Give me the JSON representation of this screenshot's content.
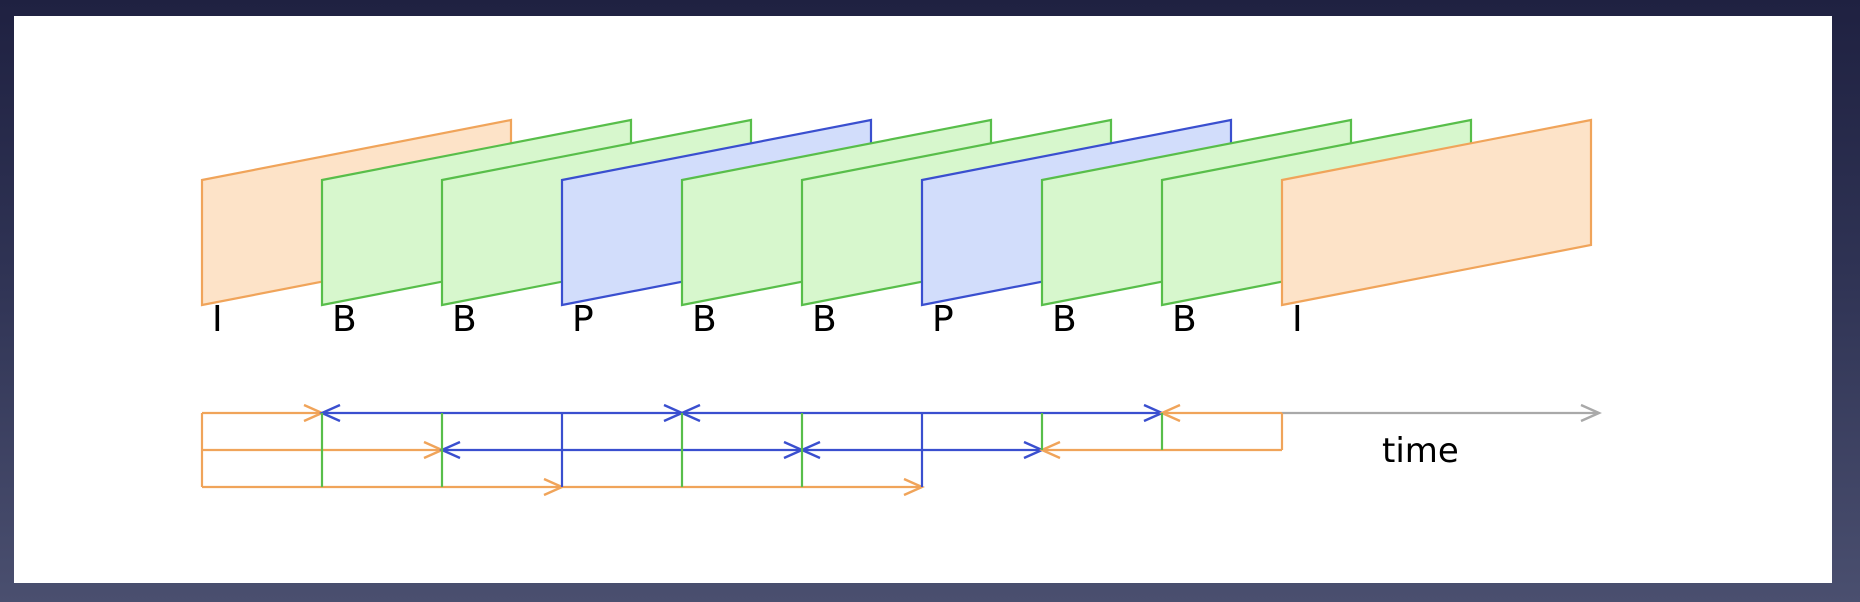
{
  "frames": [
    {
      "type": "I"
    },
    {
      "type": "B"
    },
    {
      "type": "B"
    },
    {
      "type": "P"
    },
    {
      "type": "B"
    },
    {
      "type": "B"
    },
    {
      "type": "P"
    },
    {
      "type": "B"
    },
    {
      "type": "B"
    },
    {
      "type": "I"
    }
  ],
  "time_label": "time",
  "colors": {
    "I": {
      "fill": "#fde3c8",
      "stroke": "#f0a45a"
    },
    "B": {
      "fill": "#d7f7cd",
      "stroke": "#58be4a"
    },
    "P": {
      "fill": "#d2ddfb",
      "stroke": "#3a4fcf"
    },
    "time_axis": "#a9a9a9"
  }
}
